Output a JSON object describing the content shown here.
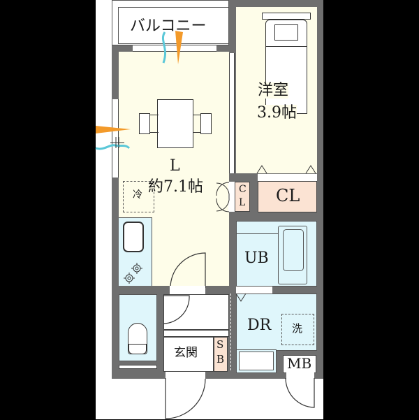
{
  "floorplan": {
    "rooms": {
      "balcony": {
        "label": "バルコニー"
      },
      "living": {
        "label": "L",
        "size": "約7.1帖"
      },
      "western_room": {
        "label": "洋室",
        "size": "3.9帖"
      },
      "closet_large": {
        "label": "CL"
      },
      "closet_small": {
        "label_top": "C",
        "label_bottom": "L"
      },
      "unit_bath": {
        "label": "UB"
      },
      "dressing_room": {
        "label": "DR"
      },
      "entrance": {
        "label": "玄関"
      },
      "shoe_box": {
        "label_top": "S",
        "label_bottom": "B"
      },
      "meter_box": {
        "label": "MB"
      }
    },
    "fixtures": {
      "fridge_space": {
        "label": "冷"
      },
      "washer_space": {
        "label": "洗"
      }
    },
    "colors": {
      "wall": "#6f6f6f",
      "living_floor": "#fefde9",
      "wet_area": "#dff6fb",
      "storage": "#fbe3d3",
      "airflow_warm": "#f39a2a",
      "airflow_cool": "#5bc8d8",
      "background": "#000000"
    }
  }
}
